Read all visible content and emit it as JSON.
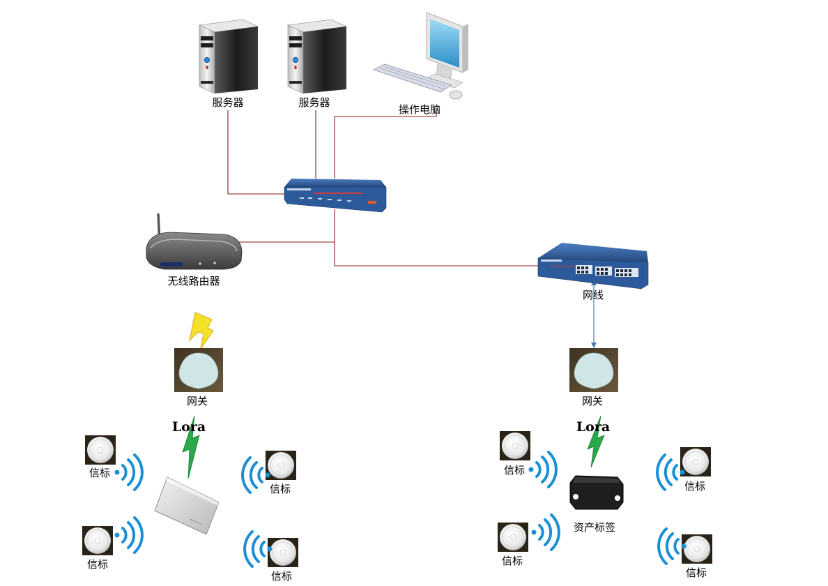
{
  "nodes": {
    "server1": {
      "label": "服务器",
      "icon": "server-tower-icon"
    },
    "server2": {
      "label": "服务器",
      "icon": "server-tower-icon"
    },
    "operator_pc": {
      "label": "操作电脑",
      "icon": "desktop-computer-icon"
    },
    "core_switch": {
      "icon": "network-switch-icon"
    },
    "wireless_router": {
      "label": "无线路由器",
      "icon": "wireless-router-icon"
    },
    "poe_switch": {
      "label": "网线",
      "icon": "ethernet-switch-icon"
    },
    "gateway_left": {
      "label": "网关",
      "icon": "gateway-device-icon"
    },
    "gateway_right": {
      "label": "网关",
      "icon": "gateway-device-icon"
    },
    "lora_left": {
      "label": "Lora",
      "icon": "lightning-icon"
    },
    "lora_right": {
      "label": "Lora",
      "icon": "lightning-icon"
    },
    "badge_card": {
      "icon": "badge-card-icon"
    },
    "asset_tag": {
      "label": "资产标签",
      "icon": "asset-tag-icon"
    }
  },
  "beacons": [
    {
      "label": "信标"
    },
    {
      "label": "信标"
    },
    {
      "label": "信标"
    },
    {
      "label": "信标"
    },
    {
      "label": "信标"
    },
    {
      "label": "信标"
    },
    {
      "label": "信标"
    },
    {
      "label": "信标"
    }
  ],
  "colors": {
    "cable": "#8b1a1a",
    "ethernet_arrow": "#4a7aa8",
    "signal_wave": "#1a8fd6",
    "lora_bolt": "#2aa84a",
    "wifi_bolt": "#f3e22a",
    "switch_blue": "#2d5a9a"
  }
}
